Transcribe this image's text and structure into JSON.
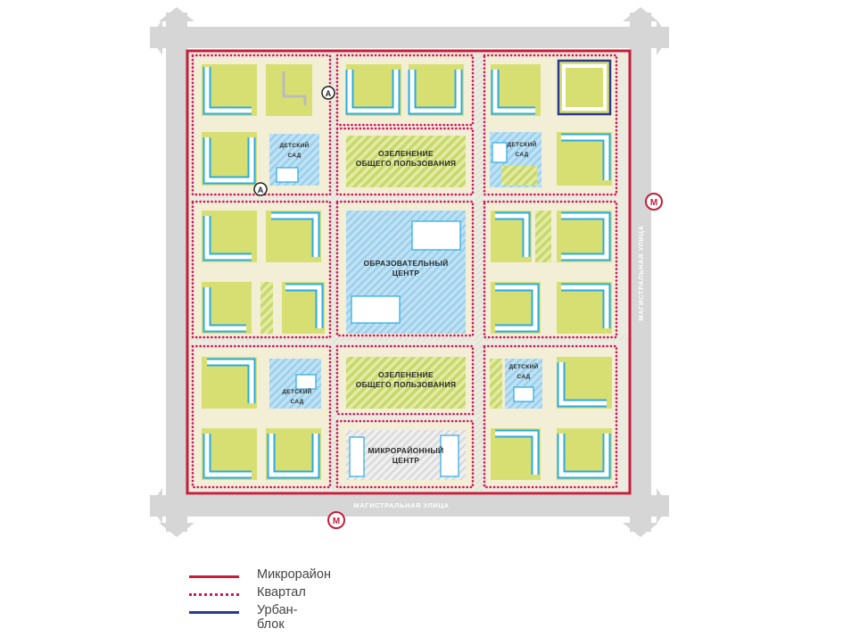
{
  "labels": {
    "kindergarten": "ДЕТСКИЙ САД",
    "public_green": "ОЗЕЛЕНЕНИЕ ОБЩЕГО ПОЛЬЗОВАНИЯ",
    "edu_center": "ОБРАЗОВАТЕЛЬНЫЙ ЦЕНТР",
    "district_center": "МИКРОРАЙОННЫЙ ЦЕНТР",
    "main_street": "МАГИСТРАЛЬНАЯ УЛИЦА",
    "metro": "М",
    "bus_stop": "А"
  },
  "legend": [
    {
      "label": "Микрорайон",
      "color": "#c41e3a",
      "style": "solid"
    },
    {
      "label": "Квартал",
      "color": "#d4145a",
      "style": "dotted"
    },
    {
      "label": "Урбан-блок",
      "color": "#2b3990",
      "style": "solid"
    }
  ],
  "colors": {
    "road": "#d6d6d6",
    "street": "#ebebdf",
    "inner": "#f3efd6",
    "building": "#ffffff",
    "building_stroke": "#29abe2",
    "courtyard": "#d7df73",
    "school": "#a9d6ef",
    "green_hatch": "#c8d86a",
    "gray_hatch": "#d9d9d9",
    "border_red": "#c41e3a",
    "border_dot": "#d4145a",
    "urban_block": "#2b3990"
  }
}
